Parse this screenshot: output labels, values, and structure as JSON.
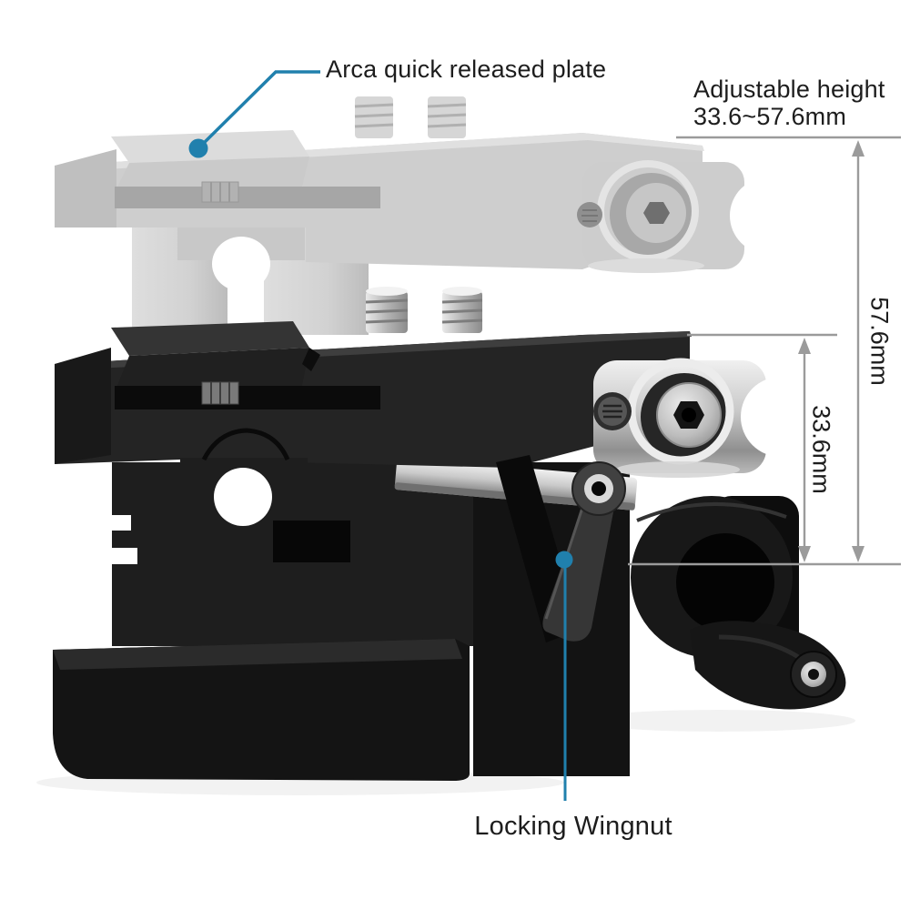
{
  "annotations": {
    "arca_plate": {
      "label": "Arca quick released plate"
    },
    "adjustable_height": {
      "line1": "Adjustable height",
      "line2": "33.6~57.6mm"
    },
    "total_height": {
      "label": "57.6mm"
    },
    "min_height": {
      "label": "33.6mm"
    },
    "locking_wingnut": {
      "label": "Locking Wingnut"
    }
  },
  "colors": {
    "background": "#ffffff",
    "callout_line": "#2080ad",
    "dimension_line": "#9b9b9b",
    "annotation_text": "#1d1d1d"
  }
}
